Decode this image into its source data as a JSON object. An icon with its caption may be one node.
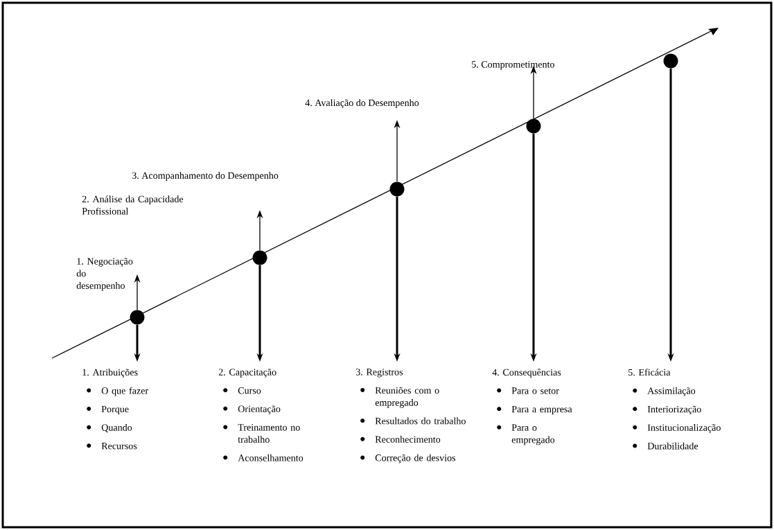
{
  "diagram": {
    "nodes": [
      {
        "text": [
          "1. Negociação do desempenho"
        ]
      },
      {
        "text": [
          "2. Análise da Capacidade Profissional"
        ]
      },
      {
        "text": [
          "3. Acompanhamento do Desempenho"
        ]
      },
      {
        "text": [
          "4. Avaliação do Desempenho"
        ]
      },
      {
        "text": [
          "5. Comprometimento"
        ]
      },
      {
        "text": [],
        "shape": "circle"
      },
      {
        "text": [],
        "shape": "circle"
      },
      {
        "text": [],
        "shape": "circle"
      },
      {
        "text": [],
        "shape": "circle"
      },
      {
        "text": [],
        "shape": "circle"
      },
      {
        "text": [
          "1. Atribuições",
          "O que fazer",
          "Porque",
          "Quando",
          "Recursos"
        ]
      },
      {
        "text": [
          "2. Capacitação",
          "Curso",
          "Orientação",
          "Treinamento no trabalho",
          "Aconselhamento"
        ]
      },
      {
        "text": [
          "3. Registros",
          "Reuniões com o empregado",
          "Resultados do trabalho",
          "Reconhecimento",
          "Correção de desvios"
        ]
      },
      {
        "text": [
          "4. Consequências",
          "Para o setor",
          "Para a empresa",
          "Para o empregado"
        ]
      },
      {
        "text": [
          "5. Eficácia",
          "Assimilação",
          "Interiorização",
          "Institucionalização",
          "Durabilidade"
        ]
      }
    ],
    "edges": [
      {
        "from": 5,
        "to": 0,
        "arrow": "to"
      },
      {
        "from": 6,
        "to": 2,
        "arrow": "to"
      },
      {
        "from": 7,
        "to": 3,
        "arrow": "to"
      },
      {
        "from": 8,
        "to": 4,
        "arrow": "to"
      },
      {
        "from": 5,
        "to": 10,
        "arrow": "to"
      },
      {
        "from": 6,
        "to": 11,
        "arrow": "to"
      },
      {
        "from": 7,
        "to": 12,
        "arrow": "to"
      },
      {
        "from": 8,
        "to": 13,
        "arrow": "to"
      },
      {
        "from": 9,
        "to": 14,
        "arrow": "to"
      }
    ]
  }
}
